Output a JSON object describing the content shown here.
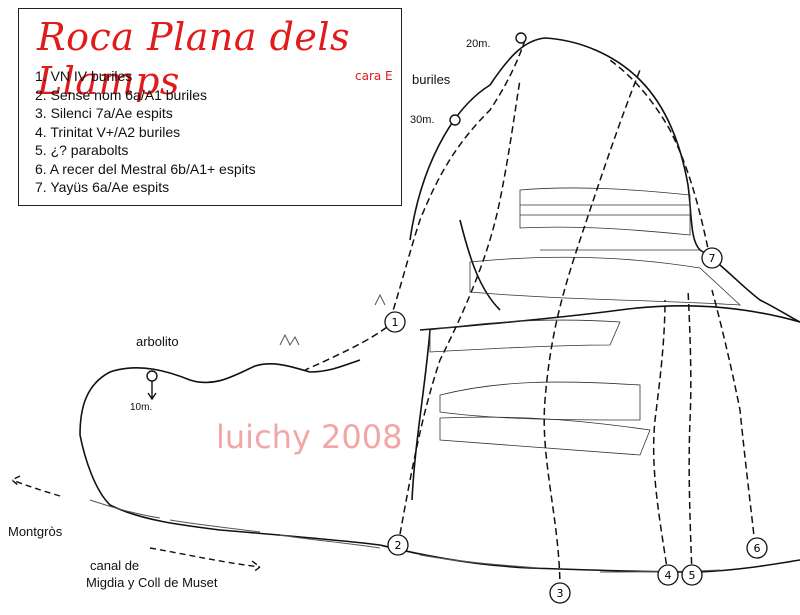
{
  "title": "Roca Plana dels Llamps",
  "subtitle": "cara E",
  "routes": [
    "1. VN IV buriles",
    "2. Sense nom 6a/A1 buriles",
    "3. Silenci 7a/Ae espits",
    "4. Trinitat V+/A2 buriles",
    "5. ¿? parabolts",
    "6. A recer del Mestral 6b/A1+ espits",
    "7. Yayüs 6a/Ae espits"
  ],
  "labels": {
    "rappel_top": "20m.",
    "rappel_mid": "30m.",
    "buriles": "buriles",
    "arbolito": "arbolito",
    "rappel_low": "10m.",
    "montgros": "Montgròs",
    "canal_1": "canal de",
    "canal_2": "Migdia y Coll de Muset",
    "watermark": "luichy 2008"
  },
  "route_markers": [
    "1",
    "2",
    "3",
    "4",
    "5",
    "6",
    "7"
  ],
  "colors": {
    "title": "#e01b1b",
    "watermark": "#f3a6a6",
    "ink": "#111111"
  }
}
